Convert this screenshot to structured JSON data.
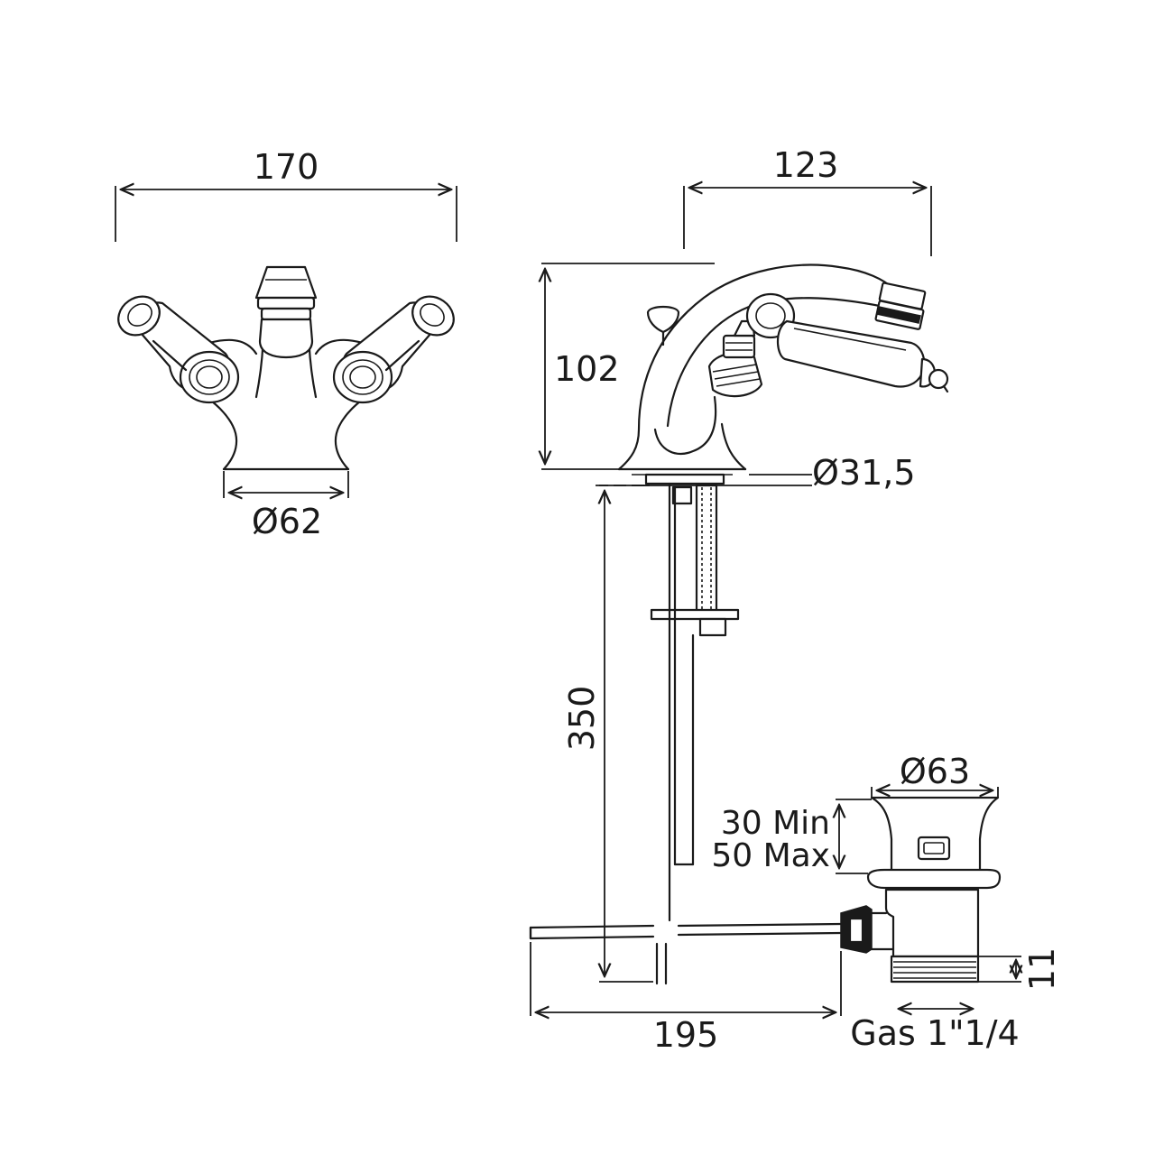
{
  "drawing": {
    "front_view": {
      "width_dim": "170",
      "base_diameter": "Ø62"
    },
    "side_view": {
      "spout_reach": "123",
      "height": "102",
      "base_diameter": "Ø31,5",
      "shank_length": "350"
    },
    "waste": {
      "flange_diameter": "Ø63",
      "thickness_min": "30 Min",
      "thickness_max": "50 Max",
      "rod_length": "195",
      "thread_height": "11",
      "thread": "Gas 1\"1/4"
    },
    "colors": {
      "line": "#1a1a1a",
      "background": "#ffffff"
    }
  }
}
